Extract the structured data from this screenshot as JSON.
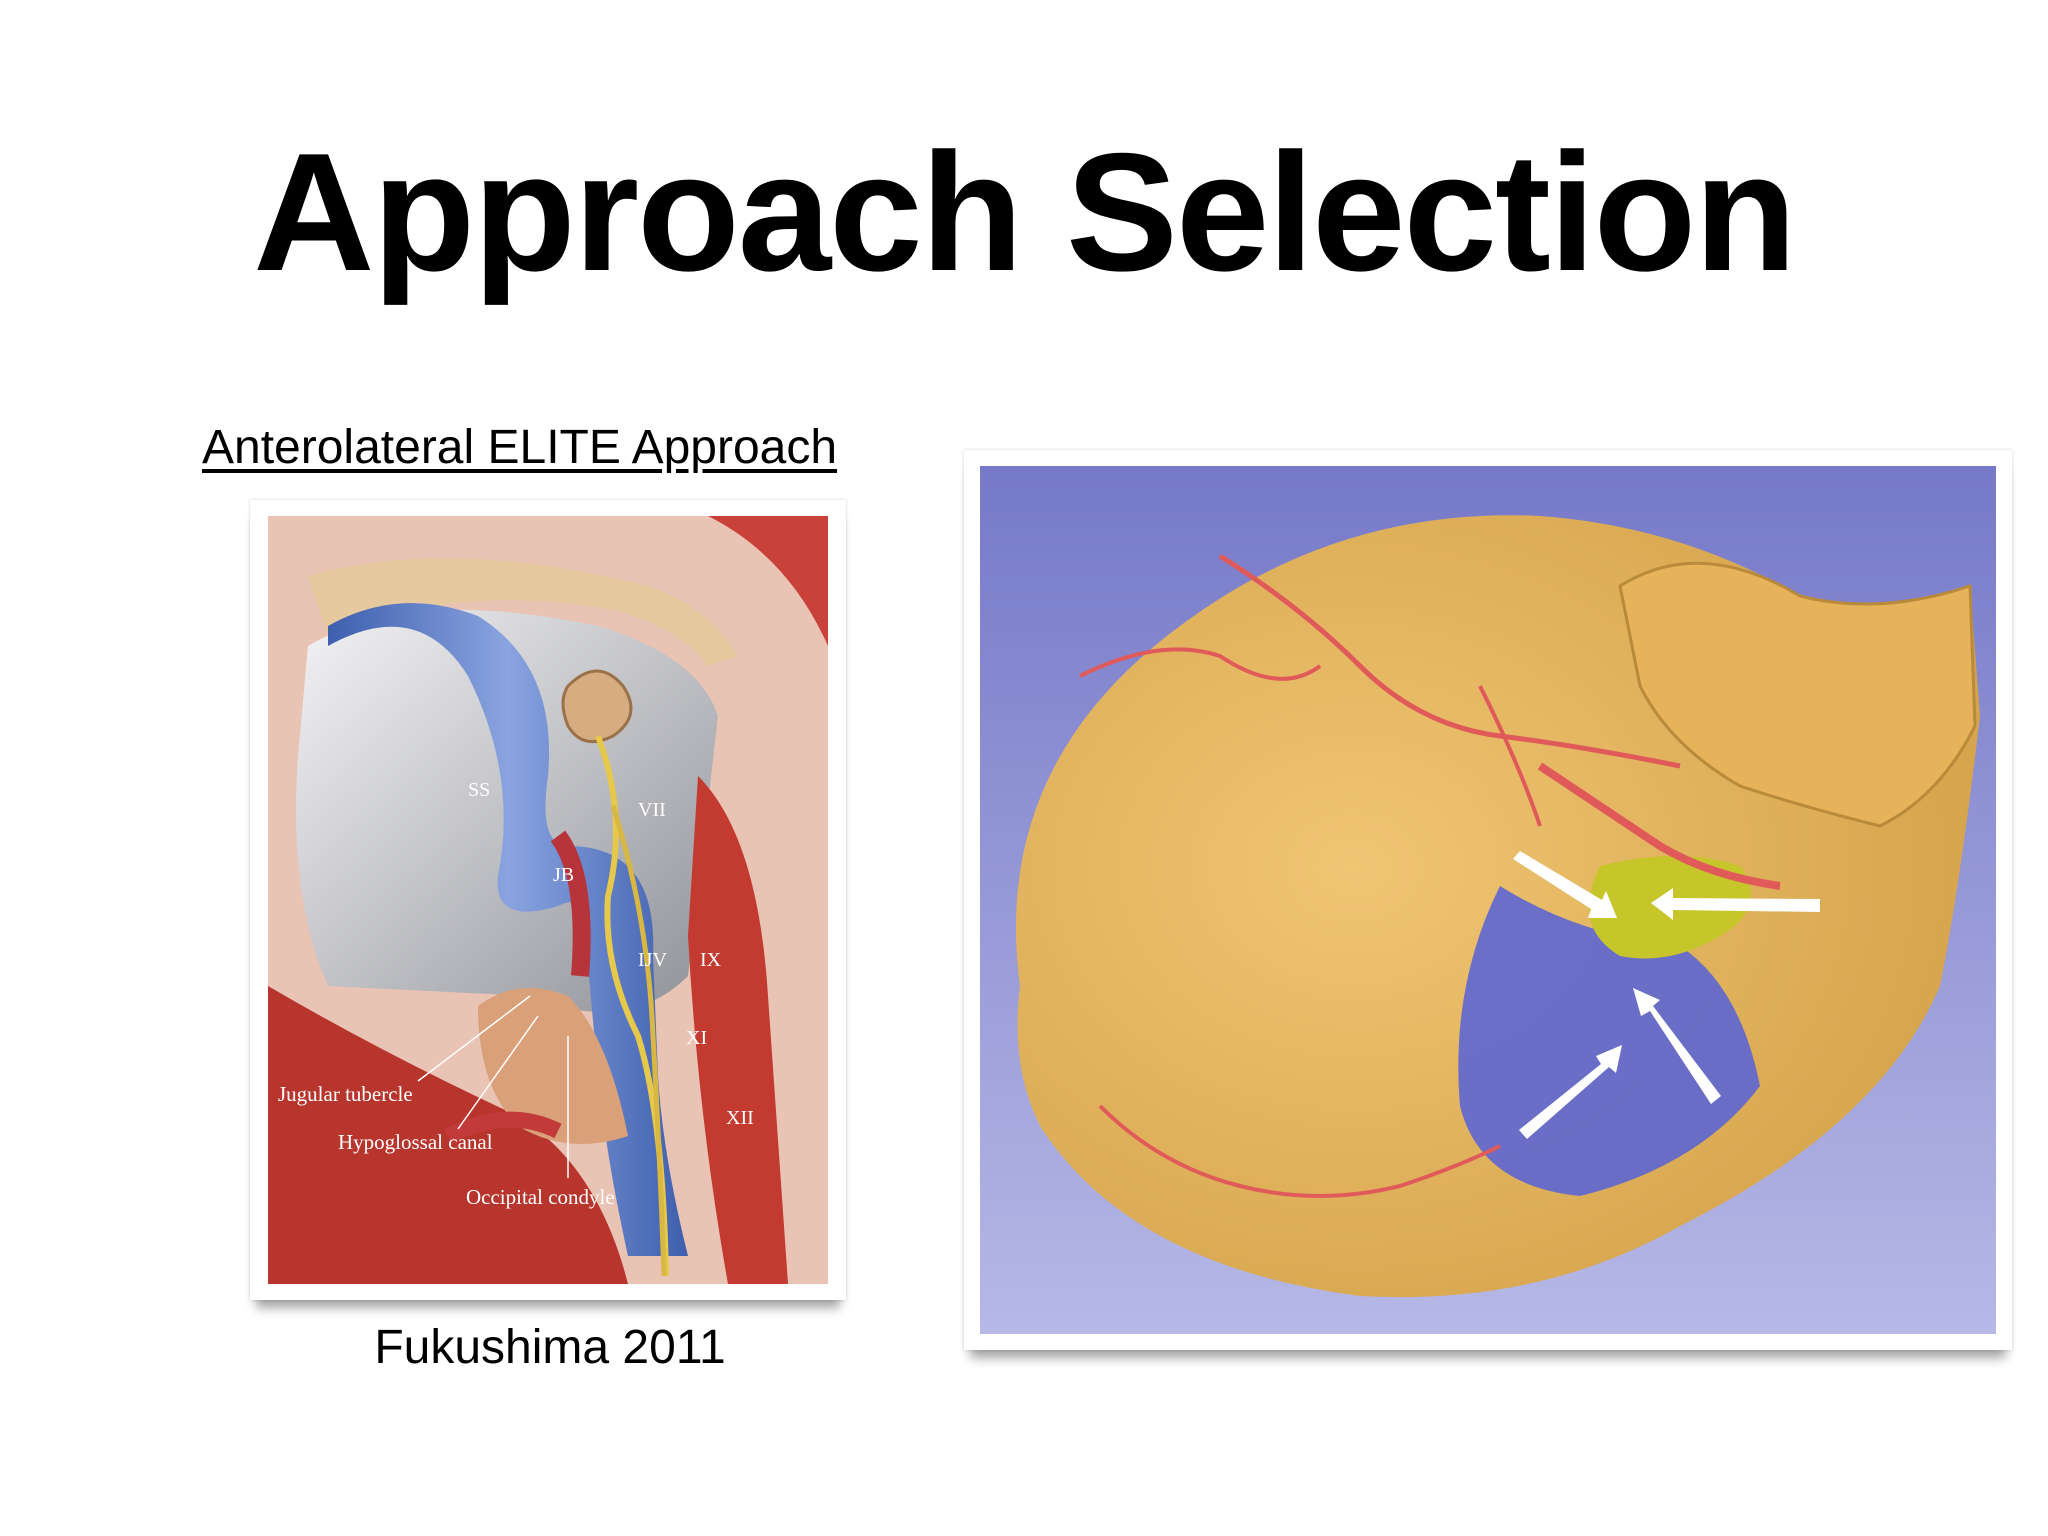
{
  "slide": {
    "title": "Approach Selection",
    "subtitle": "Anterolateral ELITE Approach",
    "caption": "Fukushima 2011"
  },
  "illustration": {
    "labels": {
      "ss": "SS",
      "vii": "VII",
      "jb": "JB",
      "ijv": "IJV",
      "ix": "IX",
      "xi": "XI",
      "xii": "XII",
      "jugular_tubercle": "Jugular tubercle",
      "hypoglossal_canal": "Hypoglossal canal",
      "occipital_condyle": "Occipital condyle"
    }
  },
  "colors": {
    "slide_background": "#ffffff",
    "render_background": "#7f82cf",
    "bone": "#e8b75c",
    "artery": "#e05a5a",
    "vein": "#5662d8",
    "tumor": "#c6c62a",
    "sinus_blue": "#4f6fb8",
    "muscle_red": "#c23a30"
  }
}
